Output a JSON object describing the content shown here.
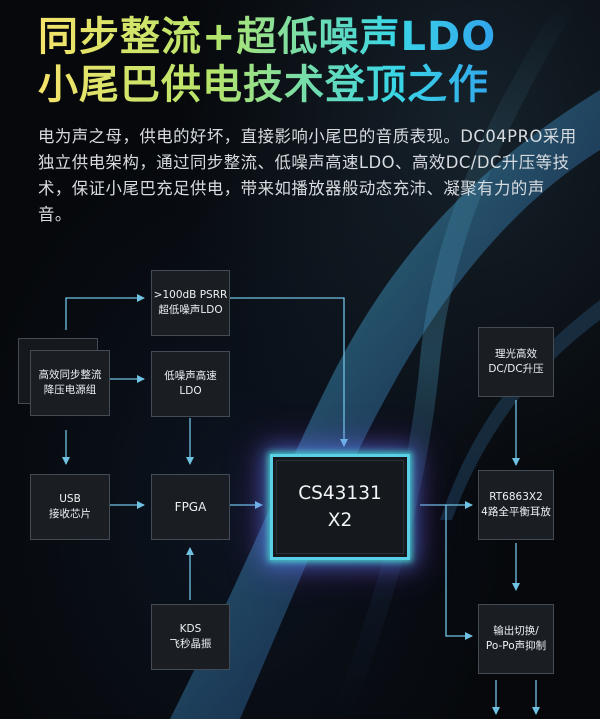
{
  "header": {
    "title_line1": "同步整流+超低噪声LDO",
    "title_line2": "小尾巴供电技术登顶之作"
  },
  "intro": {
    "text": "电为声之母，供电的好坏，直接影响小尾巴的音质表现。DC04PRO采用独立供电架构，通过同步整流、低噪声高速LDO、高效DC/DC升压等技术，保证小尾巴充足供电，带来如播放器般动态充沛、凝聚有力的声音。"
  },
  "diagram": {
    "psrr": {
      "line1": ">100dB PSRR",
      "line2": "超低噪声LDO"
    },
    "sync_rect": {
      "line1": "高效同步整流",
      "line2": "降压电源组"
    },
    "low_noise_ldo": {
      "line1": "低噪声高速",
      "line2": "LDO"
    },
    "usb": {
      "line1": "USB",
      "line2": "接收芯片"
    },
    "fpga": {
      "line1": "FPGA"
    },
    "kds": {
      "line1": "KDS",
      "line2": "飞秒晶振"
    },
    "dac": {
      "line1": "CS43131",
      "line2": "X2"
    },
    "dcdc": {
      "line1": "理光高效",
      "line2": "DC/DC升压"
    },
    "amp": {
      "line1": "RT6863X2",
      "line2": "4路全平衡耳放"
    },
    "output": {
      "line1": "输出切换/",
      "line2": "Po-Po声抑制"
    }
  },
  "colors": {
    "arrow": "#6fc2e4",
    "box_fill": "#1a1e23",
    "box_border": "#434b54",
    "chip_glow": "#5ad0e8",
    "title_gradient_start": "#f6e36a",
    "title_gradient_end": "#2b7cf2"
  },
  "icons": {
    "arrow": "arrow-icon"
  }
}
